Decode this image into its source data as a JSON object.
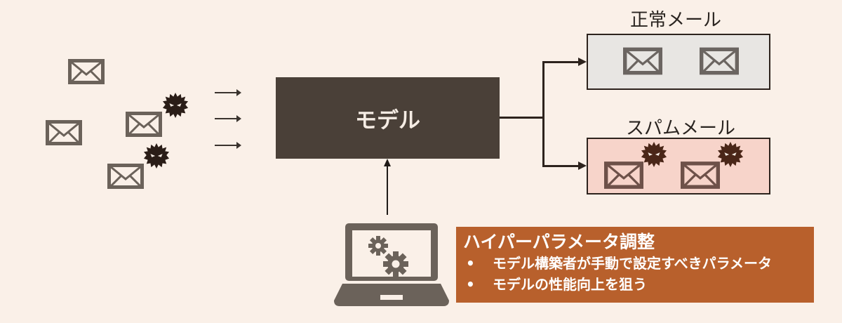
{
  "diagram": {
    "model": {
      "label": "モデル"
    },
    "outputs": [
      {
        "label": "正常メール",
        "email_count": 2,
        "has_virus": false
      },
      {
        "label": "スパムメール",
        "email_count": 2,
        "has_virus": true
      }
    ],
    "inputs": {
      "email_count": 4,
      "virus_count": 2,
      "arrow_count": 3
    },
    "hyperparameter": {
      "title": "ハイパーパラメータ調整",
      "bullet": "•",
      "items": [
        "モデル構築者が手動で設定すべきパラメータ",
        "モデルの性能向上を狙う"
      ]
    },
    "icons": {
      "email": "envelope-icon",
      "virus": "virus-icon",
      "laptop": "laptop-gears-icon"
    },
    "colors": {
      "background": "#faf0e8",
      "model_box": "#4a4038",
      "normal_box": "#e8e6e3",
      "spam_box": "#f7d4ca",
      "hyperparameter_box": "#b8602c",
      "icon_gray": "#6b625a",
      "virus": "#2a1d17"
    }
  }
}
